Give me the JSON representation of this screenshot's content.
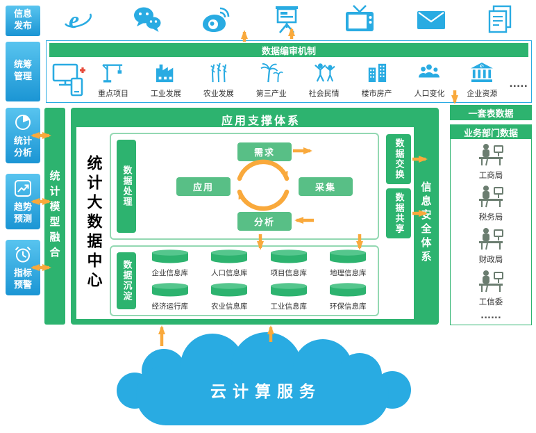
{
  "colors": {
    "blue": "#29abe2",
    "green": "#2db36f",
    "light_green": "#58bf86",
    "orange": "#f9a93c"
  },
  "top_row": {
    "label": "信息发布",
    "icons": [
      "ie-browser",
      "wechat",
      "weibo",
      "presentation-screen",
      "tv",
      "mail",
      "documents"
    ]
  },
  "manage_row": {
    "label": "统筹管理",
    "header": "数据编审机制",
    "device_icon": "monitor-phone",
    "items": [
      {
        "icon": "crane",
        "label": "重点项目"
      },
      {
        "icon": "factory",
        "label": "工业发展"
      },
      {
        "icon": "wheat",
        "label": "农业发展"
      },
      {
        "icon": "palm-trees",
        "label": "第三产业"
      },
      {
        "icon": "people-cheering",
        "label": "社会民情"
      },
      {
        "icon": "buildings",
        "label": "楼市房产"
      },
      {
        "icon": "population",
        "label": "人口变化"
      },
      {
        "icon": "bank-dollar",
        "label": "企业资源"
      }
    ],
    "more": "....."
  },
  "left_column": {
    "items": [
      {
        "icon": "pie-chart",
        "label": "统计分析"
      },
      {
        "icon": "trend-line",
        "label": "趋势预测"
      },
      {
        "icon": "alarm-clock",
        "label": "指标预警"
      }
    ],
    "fusion_bar": "统计模型融合"
  },
  "center": {
    "title": "统计大数据中心",
    "app_header": "应用支撑体系",
    "security_bar": "信息安全体系",
    "process_label": "数据处理",
    "cycle": [
      "需求",
      "采集",
      "分析",
      "应用"
    ],
    "exchange": "数据交换",
    "share": "数据共享",
    "sediment_label": "数据沉淀",
    "databases_row1": [
      "企业信息库",
      "人口信息库",
      "项目信息库",
      "地理信息库"
    ],
    "databases_row2": [
      "经济运行库",
      "农业信息库",
      "工业信息库",
      "环保信息库"
    ]
  },
  "right_column": {
    "header": "一套表数据",
    "box_header": "业务部门数据",
    "departments": [
      "工商局",
      "税务局",
      "财政局",
      "工信委"
    ],
    "more": "......"
  },
  "cloud": {
    "label": "云计算服务"
  }
}
